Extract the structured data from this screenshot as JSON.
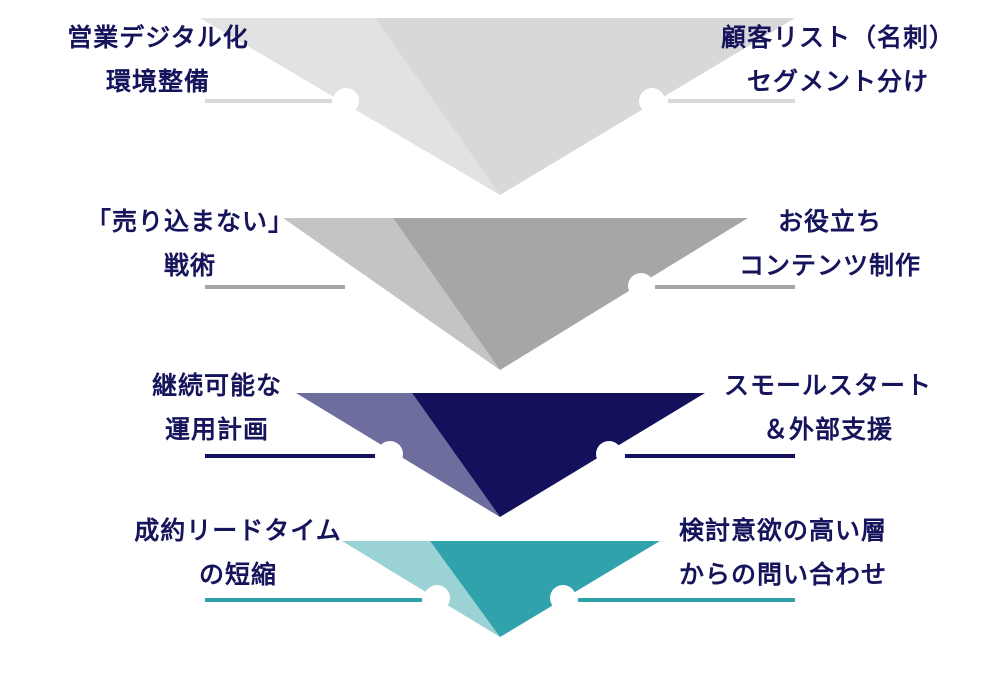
{
  "layers": [
    {
      "left": [
        "営業デジタル化",
        "環境整備"
      ],
      "right": [
        "顧客リスト（名刺）",
        "セグメント分け"
      ],
      "colors": {
        "light": "#e2e2e2",
        "dark": "#d8d8d8",
        "line": "#d9d9d9"
      }
    },
    {
      "left": [
        "「売り込まない」",
        "戦術"
      ],
      "right": [
        "お役立ち",
        "コンテンツ制作"
      ],
      "colors": {
        "light": "#c4c4c4",
        "dark": "#a6a6a6",
        "line": "#a6a6a6"
      }
    },
    {
      "left": [
        "継続可能な",
        "運用計画"
      ],
      "right": [
        "スモールスタート",
        "＆外部支援"
      ],
      "colors": {
        "light": "#6e6e9e",
        "dark": "#13115c",
        "line": "#13115c"
      }
    },
    {
      "left": [
        "成約リードタイム",
        "の短縮"
      ],
      "right": [
        "検討意欲の高い層",
        "からの問い合わせ"
      ],
      "colors": {
        "light": "#9ad2d6",
        "dark": "#30a2ab",
        "line": "#30a2ab"
      }
    }
  ]
}
